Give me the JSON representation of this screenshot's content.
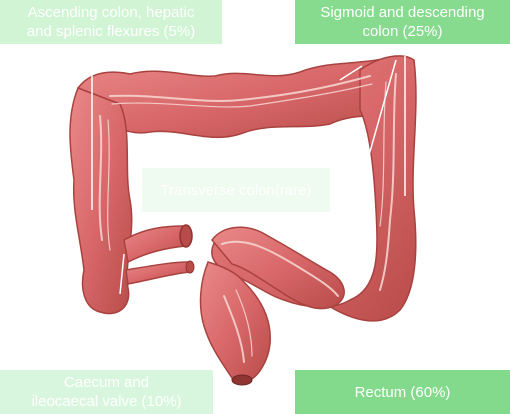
{
  "labels": {
    "ascending": "Ascending colon, hepatic\nand splenic flexures (5%)",
    "sigmoid": "Sigmoid and descending\ncolon (25%)",
    "transverse": "Transverse colon(rare)",
    "caecum": "Caecum and\nileocaecal valve (10%)",
    "rectum": "Rectum (60%)"
  },
  "colors": {
    "colon_fill": "#d9686a",
    "colon_shadow": "#a8423f",
    "colon_highlight": "#f6d3cf",
    "label_green": "#76d680"
  }
}
